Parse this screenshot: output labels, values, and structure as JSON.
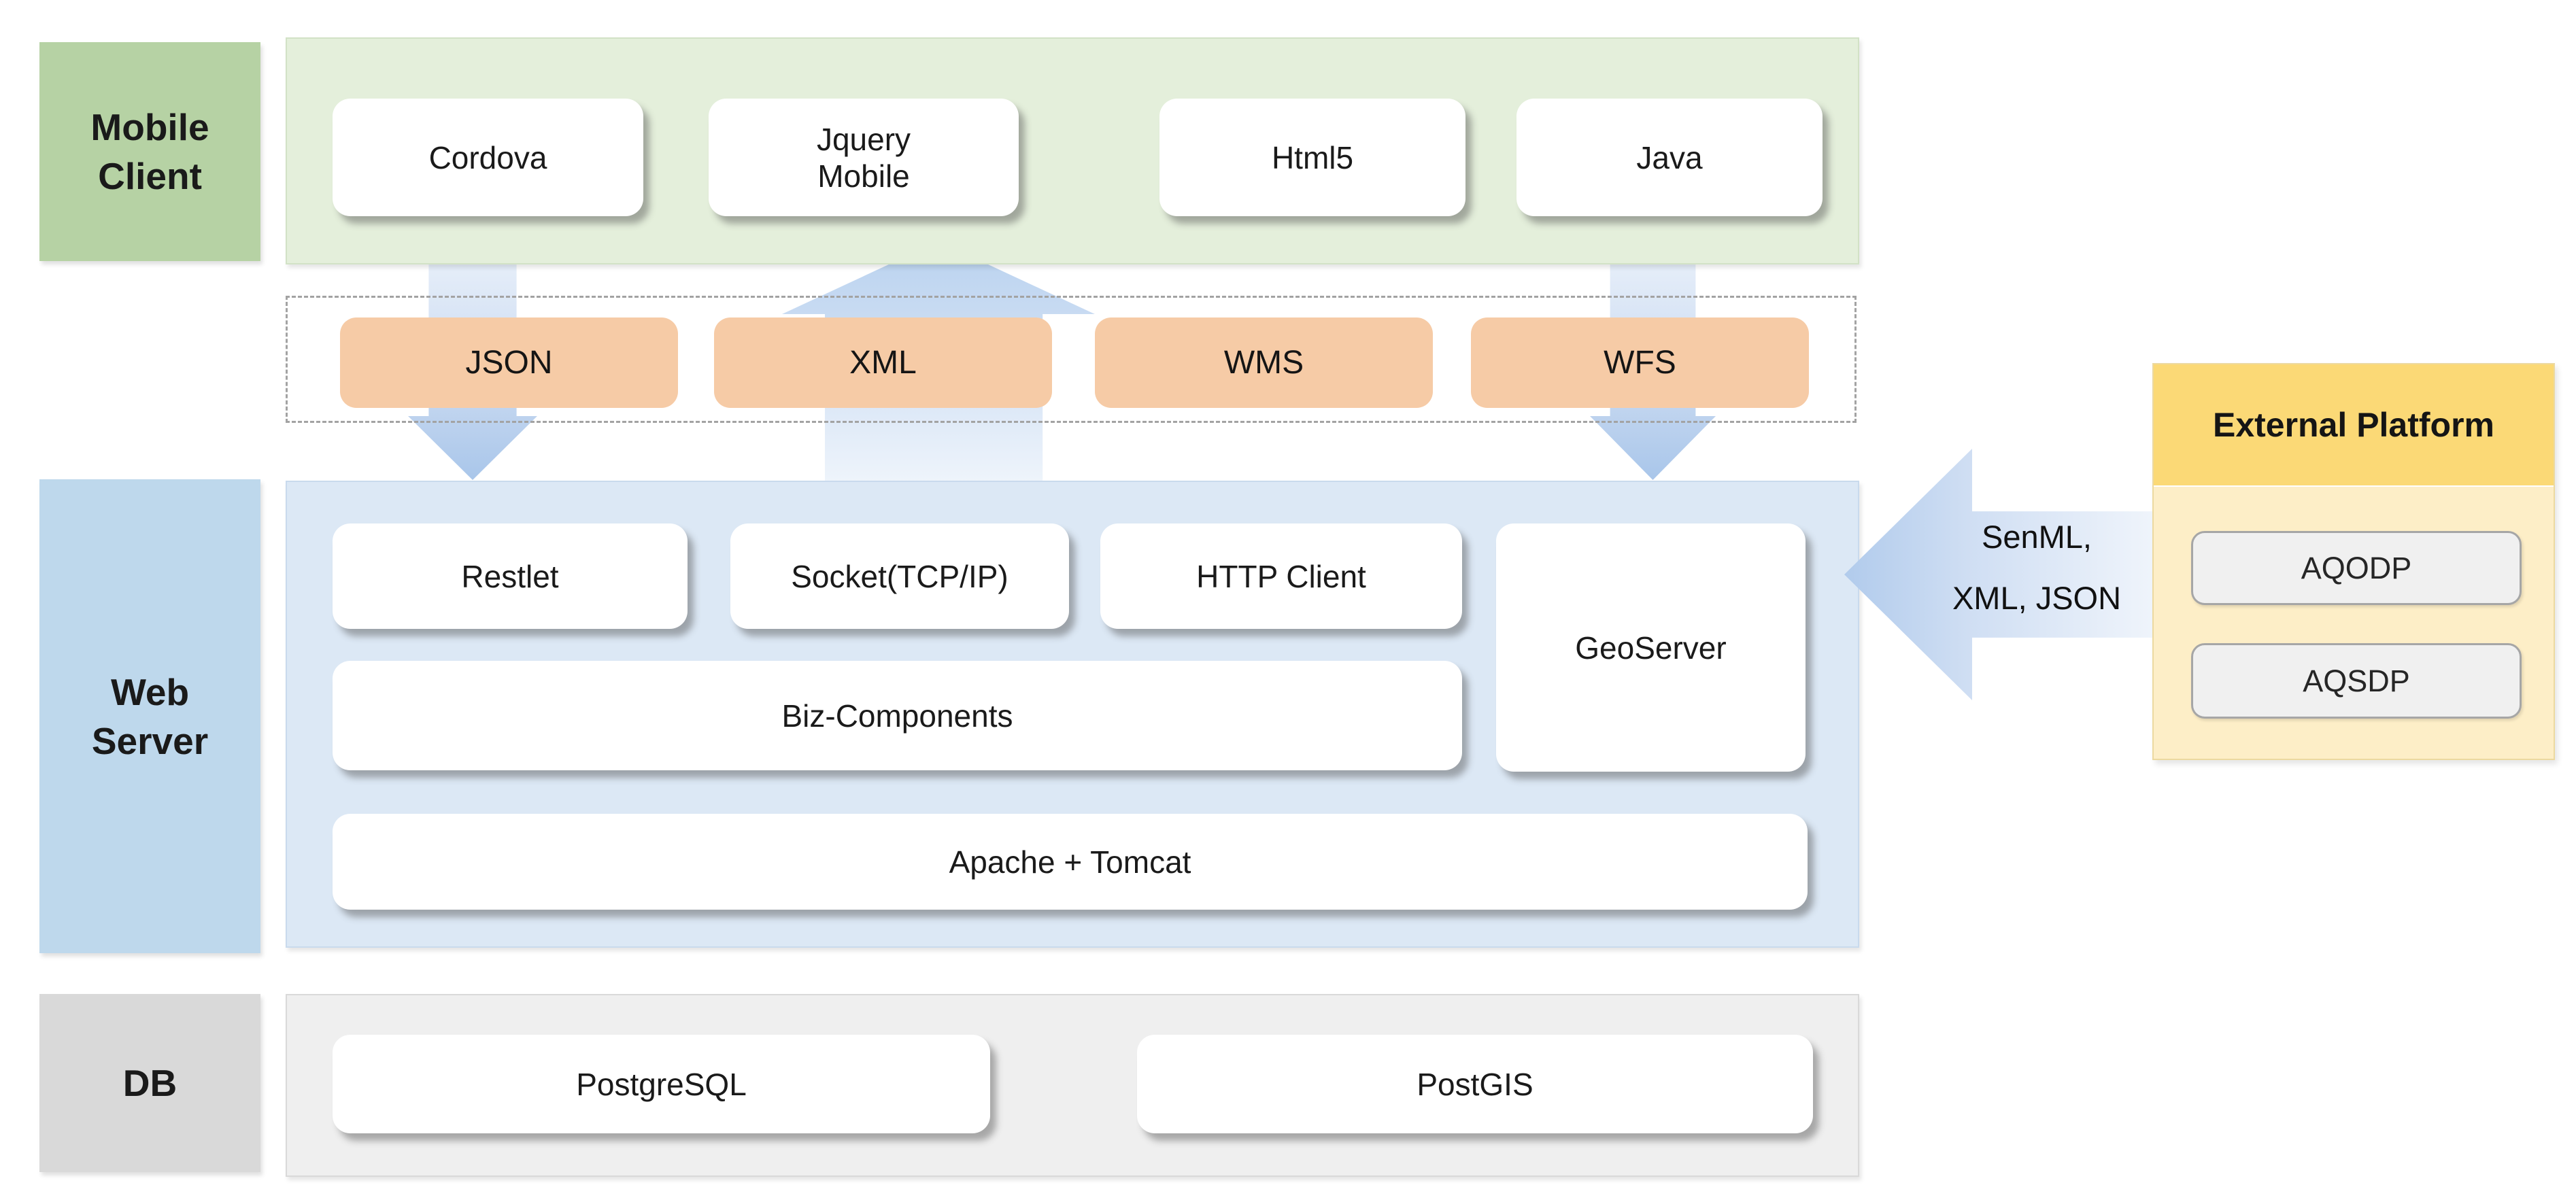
{
  "colors": {
    "mobile_label_bg": "#b6d2a4",
    "mobile_container_bg": "#e4efdb",
    "web_label_bg": "#bed8ec",
    "web_container_bg": "#dce8f5",
    "db_label_bg": "#d9d9d9",
    "db_container_bg": "#efefef",
    "protocol_chip_bg": "#f6cba6",
    "external_header_bg": "#fbd976",
    "external_body_bg": "#fdeec7",
    "external_item_bg": "#f0f0f0",
    "arrow_blue": "#b1cbec",
    "card_bg": "#ffffff",
    "text": "#1a1a1a"
  },
  "layers": {
    "mobile": {
      "label": "Mobile Client",
      "items": {
        "cordova": "Cordova",
        "jquery": "Jquery Mobile",
        "html5": "Html5",
        "java": "Java"
      }
    },
    "protocols": {
      "items": {
        "json": "JSON",
        "xml": "XML",
        "wms": "WMS",
        "wfs": "WFS"
      }
    },
    "web": {
      "label": "Web Server",
      "items": {
        "restlet": "Restlet",
        "socket": "Socket(TCP/IP)",
        "http": "HTTP Client",
        "geoserver": "GeoServer",
        "biz": "Biz-Components",
        "apache": "Apache + Tomcat"
      }
    },
    "db": {
      "label": "DB",
      "items": {
        "postgresql": "PostgreSQL",
        "postgis": "PostGIS"
      }
    }
  },
  "external": {
    "title": "External Platform",
    "items": {
      "aqodp": "AQODP",
      "aqsdp": "AQSDP"
    }
  },
  "arrow": {
    "line1": "SenML,",
    "line2": "XML, JSON"
  }
}
